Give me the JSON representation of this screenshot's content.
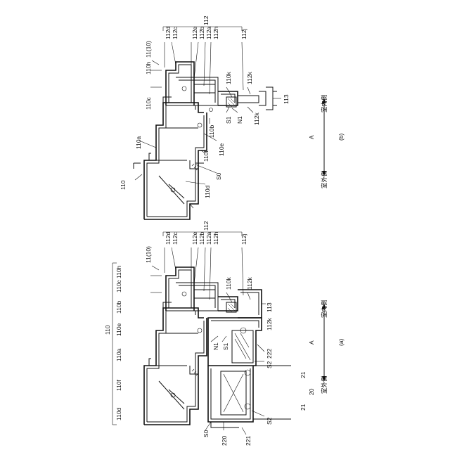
{
  "figure_a": {
    "caption": "(a)",
    "direction": {
      "marker": "A",
      "outside": "室外側",
      "inside": "室内側"
    },
    "labels": {
      "l110": "110",
      "l110d": "110d",
      "l110f": "110f",
      "l110a": "110a",
      "l110e": "110e",
      "l110b": "110b",
      "l110c": "110c",
      "l110h": "110h",
      "l11": "11(10)",
      "l112d": "112d",
      "l112c": "112c",
      "l112e": "112e",
      "l112b": "112b",
      "l112a": "112a",
      "l112h": "112h",
      "l112j": "112j",
      "l112": "112",
      "l110k": "110k",
      "l112k": "112k",
      "l112k2": "112k",
      "l113": "113",
      "lN1": "N1",
      "lS1": "S1",
      "l222": "222",
      "lS2a": "S2",
      "lS2b": "S2",
      "l21a": "21",
      "l21b": "21",
      "l20": "20",
      "lS0": "S0",
      "l220": "220",
      "l221": "221"
    }
  },
  "figure_b": {
    "caption": "(b)",
    "direction": {
      "marker": "A",
      "outside": "室外側",
      "inside": "室内側"
    },
    "labels": {
      "l110": "110",
      "l110a": "110a",
      "l110c": "110c",
      "l110h": "110h",
      "l11": "11(10)",
      "l112d": "112d",
      "l112c": "112c",
      "l112e": "112e",
      "l112b": "112b",
      "l112": "112",
      "l112a": "112a",
      "l112h": "112h",
      "l112j": "112j",
      "l110k": "110k",
      "l112k": "112k",
      "l113": "113",
      "l112k2": "112k",
      "lN1": "N1",
      "lS1": "S1",
      "l110b": "110b",
      "l110e": "110e",
      "l110f": "110f",
      "lS0": "S0",
      "l110d": "110d"
    }
  }
}
